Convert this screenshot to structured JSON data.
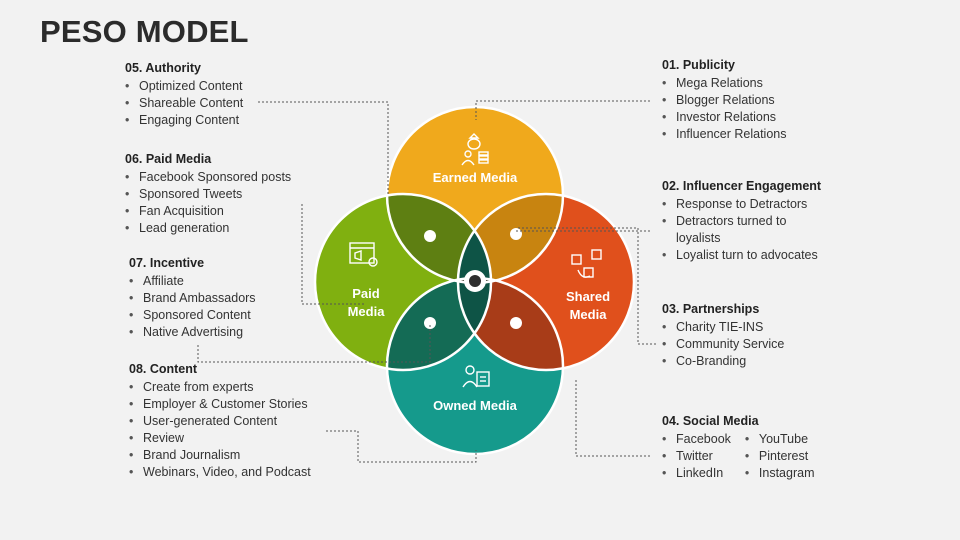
{
  "title": "PESO MODEL",
  "circles": {
    "earned": {
      "label": "Earned Media",
      "color": "#f0a91c",
      "icon": "money-bag-person-icon"
    },
    "paid": {
      "label_line1": "Paid",
      "label_line2": "Media",
      "color": "#80b010",
      "icon": "megaphone-browser-icon"
    },
    "shared": {
      "label_line1": "Shared",
      "label_line2": "Media",
      "color": "#e0501c",
      "icon": "social-share-icon"
    },
    "owned": {
      "label": "Owned Media",
      "color": "#159a8c",
      "icon": "content-creator-icon"
    }
  },
  "left": {
    "authority": {
      "heading": "05. Authority",
      "items": [
        "Optimized Content",
        "Shareable Content",
        "Engaging Content"
      ]
    },
    "paid_media": {
      "heading": "06. Paid Media",
      "items": [
        "Facebook Sponsored posts",
        "Sponsored Tweets",
        "Fan Acquisition",
        "Lead generation"
      ]
    },
    "incentive": {
      "heading": "07. Incentive",
      "items": [
        "Affiliate",
        "Brand Ambassadors",
        "Sponsored Content",
        "Native Advertising"
      ]
    },
    "content": {
      "heading": "08. Content",
      "items": [
        "Create from experts",
        "Employer & Customer Stories",
        "User-generated Content",
        "Review",
        "Brand Journalism",
        "Webinars, Video, and Podcast"
      ]
    }
  },
  "right": {
    "publicity": {
      "heading": "01. Publicity",
      "items": [
        "Mega Relations",
        "Blogger Relations",
        "Investor Relations",
        "Influencer Relations"
      ]
    },
    "influencer": {
      "heading": "02. Influencer Engagement",
      "items": [
        "Response to Detractors",
        "Detractors turned to loyalists",
        "Loyalist turn to advocates"
      ]
    },
    "partnerships": {
      "heading": "03. Partnerships",
      "items": [
        "Charity TIE-INS",
        "Community Service",
        "Co-Branding"
      ]
    },
    "social": {
      "heading": "04. Social Media",
      "col1": [
        "Facebook",
        "Twitter",
        "LinkedIn"
      ],
      "col2": [
        "YouTube",
        "Pinterest",
        "Instagram"
      ]
    }
  }
}
